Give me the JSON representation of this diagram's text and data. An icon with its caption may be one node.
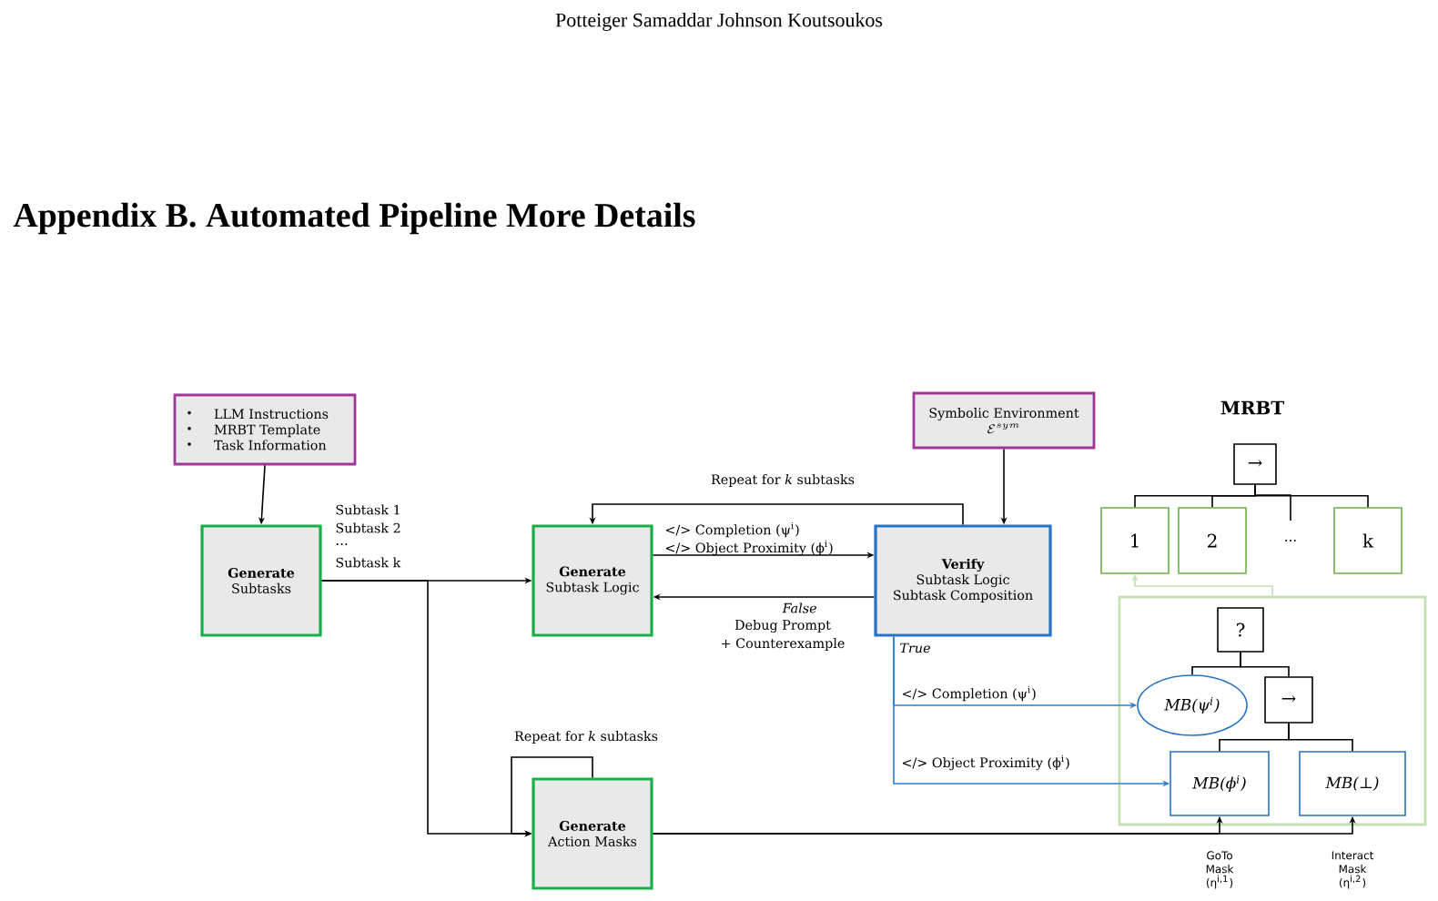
{
  "diagram": {
    "title": "Appendix B.  Automated Pipeline More Details",
    "nodes": [
      {
        "text": [
          "LLM Instructions",
          "MRBT Template",
          "Task Information"
        ]
      },
      {
        "text": [
          "Generate",
          "Subtasks"
        ]
      },
      {
        "text": [
          "Generate",
          "Subtask Logic"
        ]
      },
      {
        "text": [
          "Verify",
          "Subtask Logic",
          "Subtask Composition"
        ]
      },
      {
        "text": [
          "Symbolic Environment",
          "\\mathcal{E}^{sym}"
        ]
      },
      {
        "text": [
          "Generate",
          "Action Masks"
        ]
      },
      {
        "text": [
          "→"
        ]
      },
      {
        "text": [
          "1"
        ]
      },
      {
        "text": [
          "2"
        ]
      },
      {
        "text": [
          "k"
        ]
      },
      {
        "text": [],
        "shape": "box"
      },
      {
        "text": [
          "?"
        ],
        "in": 10
      },
      {
        "text": [
          "MB(ψ$^{i}$)"
        ],
        "in": 10
      },
      {
        "text": [
          "→"
        ],
        "in": 10
      },
      {
        "text": [
          "MB(ϕ$^{i}$)"
        ],
        "in": 10
      },
      {
        "text": [
          "MB(⊥)"
        ],
        "in": 10
      }
    ],
    "edges": [
      {
        "from": 0,
        "to": 1,
        "arrow": "to"
      },
      {
        "from": 1,
        "to": 2,
        "arrow": "to"
      },
      {
        "from": 1,
        "to": 5,
        "arrow": "to"
      },
      {
        "from": 2,
        "to": 3,
        "arrow": "to"
      },
      {
        "from": 3,
        "to": 2,
        "arrow": "to"
      },
      {
        "from": 3,
        "to": 2,
        "arrow": "to",
        "label": "Repeat for *k* subtasks"
      },
      {
        "from": 4,
        "to": 3,
        "arrow": "to"
      },
      {
        "from": 3,
        "to": 12,
        "arrow": "to",
        "color": "#2e7fd0",
        "label": "</> Completion (ψ$^{i}$)"
      },
      {
        "from": 3,
        "to": 14,
        "arrow": "to",
        "color": "#2e7fd0",
        "label": "</> Object Proximity (ϕ$^{i}$)"
      },
      {
        "from": 5,
        "to": 5,
        "arrow": "to",
        "label": "Repeat for *k* subtasks"
      },
      {
        "from": 5,
        "to": 14,
        "arrow": "to",
        "label": "GoTo Mask (η$^{i,1}$)"
      },
      {
        "from": 5,
        "to": 15,
        "arrow": "to",
        "label": "Interact Mask (η$^{i,2}$)"
      },
      {
        "from": 10,
        "to": 7,
        "arrow": "to",
        "color": "#c5e0b4"
      },
      {
        "from": 6,
        "to": 7,
        "arrow": "none"
      },
      {
        "from": 6,
        "to": 8,
        "arrow": "none"
      },
      {
        "from": 6,
        "to": 9,
        "arrow": "none"
      },
      {
        "from": 11,
        "to": 12,
        "arrow": "none"
      },
      {
        "from": 11,
        "to": 13,
        "arrow": "none"
      },
      {
        "from": 13,
        "to": 14,
        "arrow": "none"
      },
      {
        "from": 13,
        "to": 15,
        "arrow": "none"
      }
    ],
    "labels": [
      "Potteiger Samaddar Johnson Koutsoukos",
      "Subtask 1",
      "Subtask 2",
      "…",
      "Subtask k",
      "</> Completion (ψ$^{i}$)",
      "</> Object Proximity (ϕ$^{i}$)",
      "False",
      "Debug Prompt",
      "+ Counterexample",
      "True",
      "MRBT",
      "…"
    ]
  }
}
